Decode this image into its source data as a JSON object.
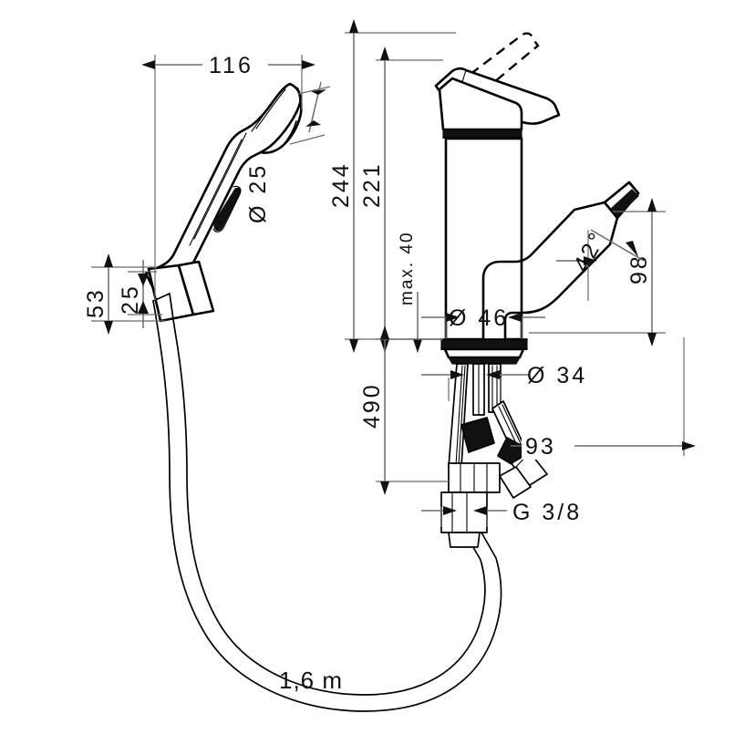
{
  "drawing": {
    "title": "Hansgrohe Talis S basin mixer with bidette hand shower - dimensional drawing",
    "units": "mm",
    "line_color": "#000000",
    "dimension_color": "#6b6b6b",
    "background": "#ffffff"
  },
  "dimensions": {
    "handshower_length": "116",
    "handshower_outlet_dia": "Ø 25",
    "bracket_total_height": "53",
    "bracket_inner_height": "25",
    "mixer_total_height": "244",
    "mixer_handle_height": "221",
    "counter_thickness": "max. 40",
    "base_dia": "Ø 46",
    "shank_dia": "Ø 34",
    "spout_height": "98",
    "spout_angle": "42°",
    "supply_length": "490",
    "valve_offset": "93",
    "thread_size": "G 3/8",
    "hose_length": "1,6 m"
  },
  "components": {
    "handshower": "bidette-hand-shower",
    "bracket": "wall-holder",
    "mixer": "single-lever-basin-mixer",
    "lever_open": "lever-open-position-dashed",
    "hose": "shower-hose",
    "supply_hoses": "flexible-supply-hoses",
    "diverter_valve": "diverter-valve",
    "connector": "g38-threaded-connector"
  }
}
